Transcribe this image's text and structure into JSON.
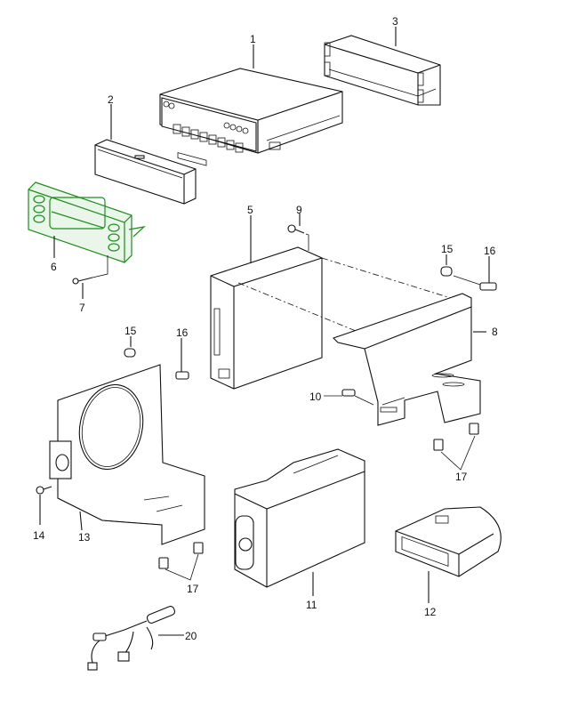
{
  "diagram": {
    "title": "",
    "highlight_color": "#1a8f1a",
    "highlighted_part": "6",
    "parts": [
      {
        "id": "p1",
        "label": "1",
        "name": "radio-cassette-unit"
      },
      {
        "id": "p2",
        "label": "2",
        "name": "radio-face-cover"
      },
      {
        "id": "p3",
        "label": "3",
        "name": "mounting-frame"
      },
      {
        "id": "p5",
        "label": "5",
        "name": "amplifier"
      },
      {
        "id": "p6",
        "label": "6",
        "name": "control-panel",
        "highlighted": true
      },
      {
        "id": "p7",
        "label": "7",
        "name": "screw"
      },
      {
        "id": "p8",
        "label": "8",
        "name": "bracket"
      },
      {
        "id": "p9",
        "label": "9",
        "name": "screw"
      },
      {
        "id": "p10",
        "label": "10",
        "name": "clip"
      },
      {
        "id": "p11",
        "label": "11",
        "name": "cd-changer"
      },
      {
        "id": "p12",
        "label": "12",
        "name": "cd-magazine"
      },
      {
        "id": "p13",
        "label": "13",
        "name": "speaker-bracket"
      },
      {
        "id": "p14",
        "label": "14",
        "name": "screw"
      },
      {
        "id": "p15a",
        "label": "15",
        "name": "spacer"
      },
      {
        "id": "p16a",
        "label": "16",
        "name": "bolt"
      },
      {
        "id": "p15b",
        "label": "15",
        "name": "spacer"
      },
      {
        "id": "p16b",
        "label": "16",
        "name": "bolt"
      },
      {
        "id": "p17a",
        "label": "17",
        "name": "clip-pair"
      },
      {
        "id": "p17b",
        "label": "17",
        "name": "clip-pair"
      },
      {
        "id": "p20",
        "label": "20",
        "name": "wiring-harness"
      }
    ]
  }
}
